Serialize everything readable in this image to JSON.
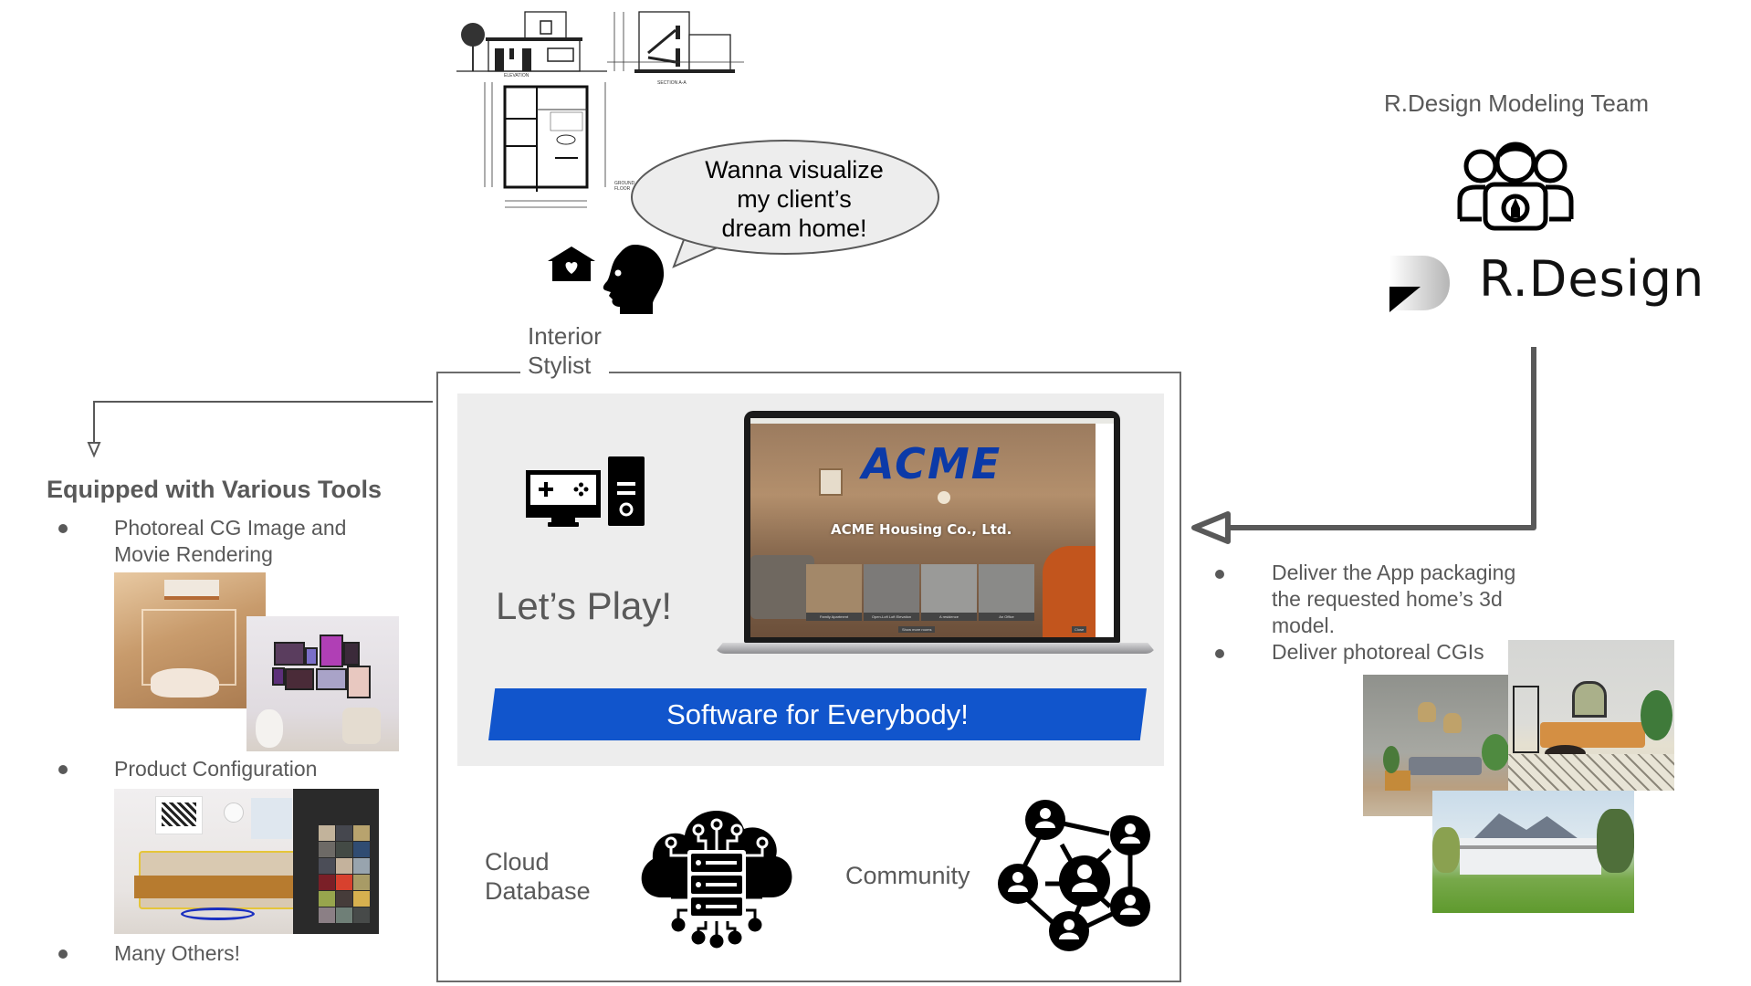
{
  "blueprints": {
    "elevation_label": "ELEVATION",
    "section_label": "SECTION A-A",
    "floor_label": "GROUND FLOOR"
  },
  "stylist": {
    "speech": [
      "Wanna visualize",
      "my client’s",
      "dream home!"
    ],
    "label_line1": "Interior",
    "label_line2": "Stylist",
    "icons": [
      "house-heart-icon",
      "head-profile-icon"
    ]
  },
  "team": {
    "title": "R.Design Modeling Team",
    "icon": "team-designer-icon",
    "logo_text": "R.Design"
  },
  "tools": {
    "heading": "Equipped with Various Tools",
    "items": [
      {
        "label_line1": "Photoreal CG Image and",
        "label_line2": "Movie Rendering",
        "images": [
          "bathroom-render",
          "gallery-room-render"
        ]
      },
      {
        "label_line1": "Product Configuration",
        "images": [
          "sofa-configurator-screenshot"
        ]
      },
      {
        "label_line1": "Many Others!"
      }
    ]
  },
  "center": {
    "icon": "gaming-pc-icon",
    "lets_play": "Let’s Play!",
    "laptop": {
      "brand": "ACME",
      "company": "ACME Housing Co., Ltd.",
      "thumbnails": [
        "Family Apartment",
        "Open-Loft Loft Elevation",
        "A residence",
        "An Office"
      ],
      "bottom_button": "Show more rooms",
      "corner_button": "Close"
    },
    "banner": "Software for Everybody!",
    "cloud_label_line1": "Cloud",
    "cloud_label_line2": "Database",
    "cloud_icon": "cloud-database-icon",
    "community_label": "Community",
    "community_icon": "community-network-icon"
  },
  "delivery": {
    "items": [
      {
        "lines": [
          "Deliver the App packaging",
          "the requested home’s 3d",
          "model."
        ]
      },
      {
        "lines": [
          "Deliver photoreal CGIs"
        ]
      }
    ],
    "images": [
      "living-room-render-1",
      "living-room-render-2",
      "house-exterior-render"
    ]
  },
  "colors": {
    "text": "#595959",
    "banner": "#1155cc",
    "acme_blue": "#0b3aa8",
    "panel": "#ededed",
    "arrow": "#595959"
  }
}
